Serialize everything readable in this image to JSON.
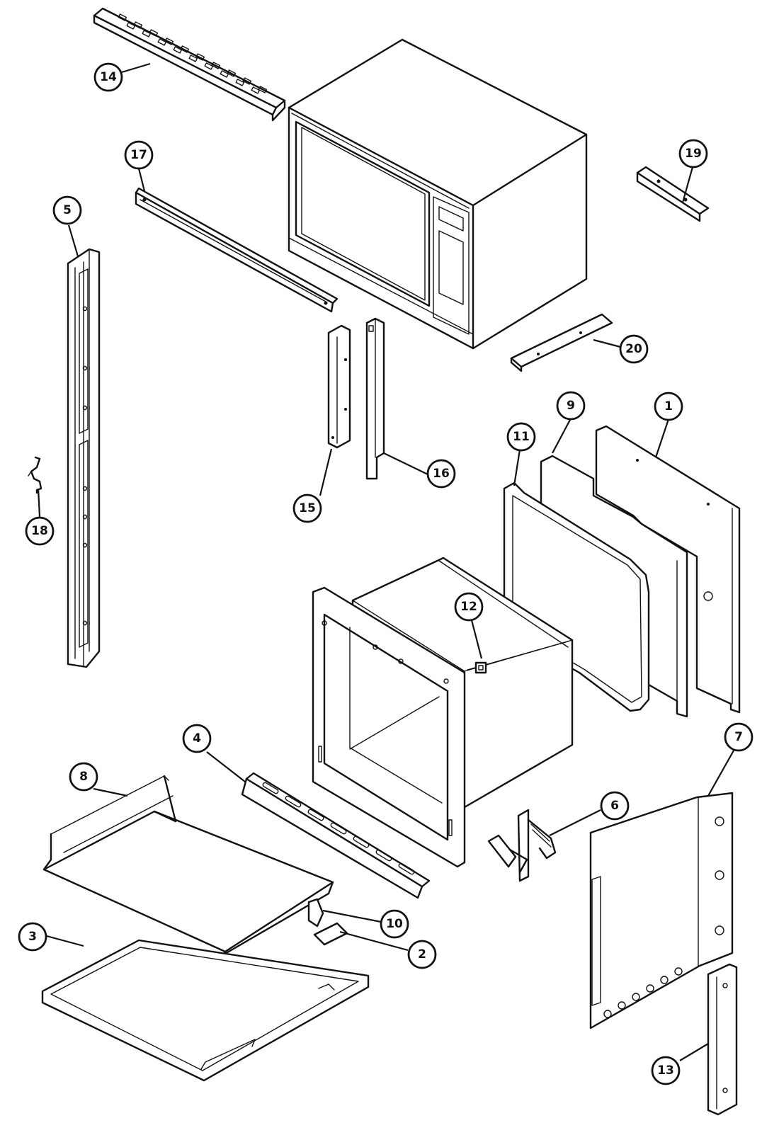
{
  "diagram": {
    "type": "exploded-parts-view",
    "callouts": [
      {
        "id": "p1",
        "label": "1"
      },
      {
        "id": "p2",
        "label": "2"
      },
      {
        "id": "p3",
        "label": "3"
      },
      {
        "id": "p4",
        "label": "4"
      },
      {
        "id": "p5",
        "label": "5"
      },
      {
        "id": "p6",
        "label": "6"
      },
      {
        "id": "p7",
        "label": "7"
      },
      {
        "id": "p8",
        "label": "8"
      },
      {
        "id": "p9",
        "label": "9"
      },
      {
        "id": "p10",
        "label": "10"
      },
      {
        "id": "p11",
        "label": "11"
      },
      {
        "id": "p12",
        "label": "12"
      },
      {
        "id": "p13",
        "label": "13"
      },
      {
        "id": "p14",
        "label": "14"
      },
      {
        "id": "p15",
        "label": "15"
      },
      {
        "id": "p16",
        "label": "16"
      },
      {
        "id": "p17",
        "label": "17"
      },
      {
        "id": "p18",
        "label": "18"
      },
      {
        "id": "p19",
        "label": "19"
      },
      {
        "id": "p20",
        "label": "20"
      }
    ]
  }
}
